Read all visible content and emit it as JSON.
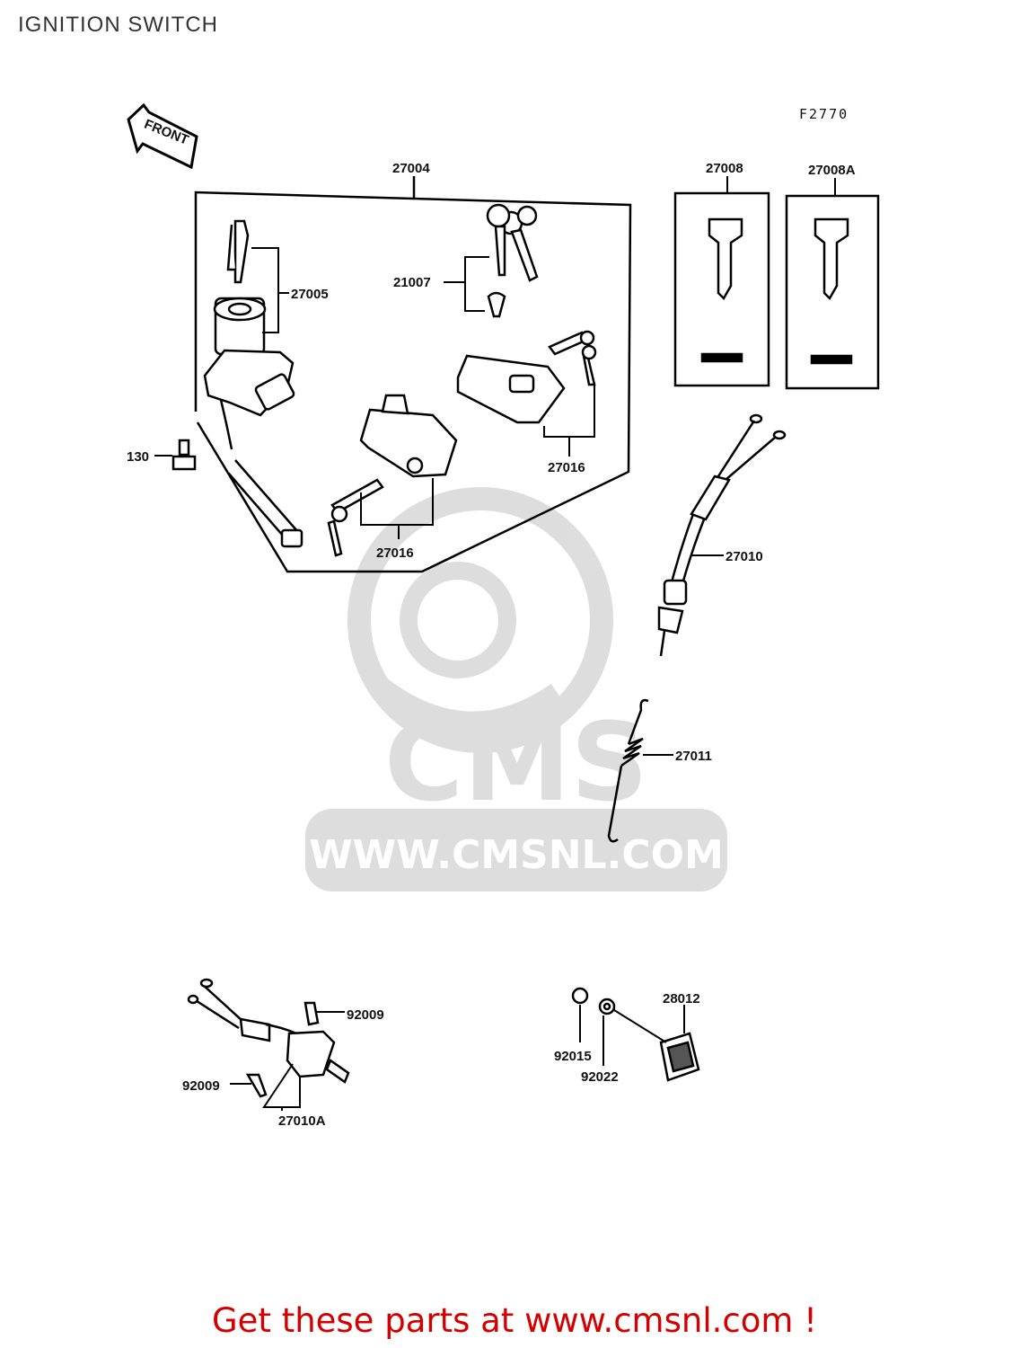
{
  "header": {
    "title": "IGNITION SWITCH"
  },
  "diagram": {
    "reference_code": "F2770",
    "front_arrow_label": "FRONT",
    "watermark": {
      "brand": "CMS",
      "url": "WWW.CMSNL.COM"
    },
    "labels": {
      "kit": "27004",
      "key_pair": "27005",
      "key_set": "21007",
      "lock_left": "27016",
      "lock_right": "27016",
      "bolt": "130",
      "key_blank": "27008",
      "key_blank_a": "27008A",
      "switch_cable": "27010",
      "spring": "27011",
      "screw_upper": "92009",
      "screw_lower": "92009",
      "switch_a": "27010A",
      "reflector": "28012",
      "nut": "92015",
      "washer": "92022"
    }
  },
  "footer": {
    "promo": "Get these parts at www.cmsnl.com !"
  }
}
